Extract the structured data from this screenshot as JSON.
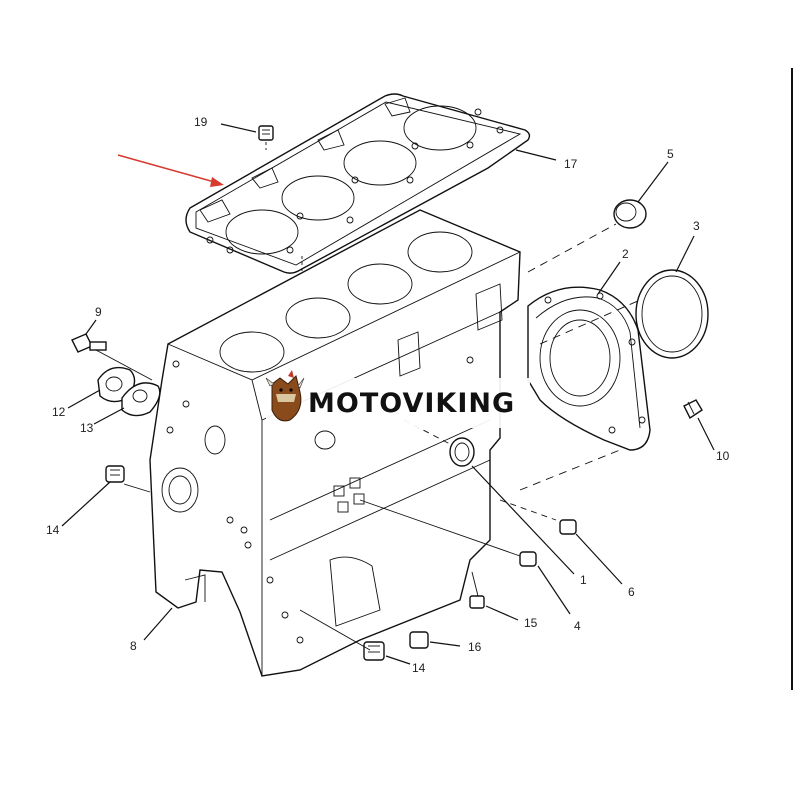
{
  "watermark": {
    "brand": "MOTOVIKING"
  },
  "callouts": {
    "c1": "1",
    "c2": "2",
    "c3": "3",
    "c4": "4",
    "c5": "5",
    "c6": "6",
    "c8": "8",
    "c9": "9",
    "c10": "10",
    "c12": "12",
    "c13": "13",
    "c14a": "14",
    "c14b": "14",
    "c15": "15",
    "c16": "16",
    "c17": "17",
    "c19": "19"
  },
  "colors": {
    "arrow": "#d63b30",
    "line": "#111111"
  }
}
